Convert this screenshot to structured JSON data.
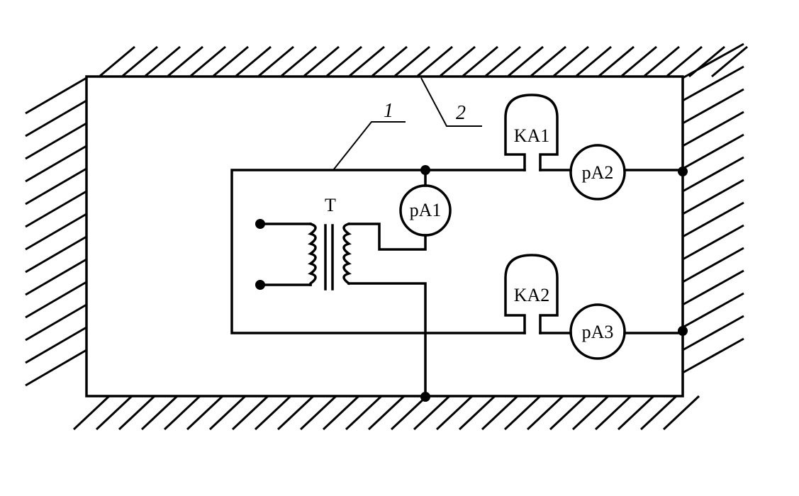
{
  "labels": {
    "transformer": "T",
    "leader_1": "1",
    "leader_2": "2",
    "relay_1": "KA1",
    "relay_2": "KA2",
    "meter_1": "pA1",
    "meter_2": "pA2",
    "meter_3": "pA3"
  }
}
